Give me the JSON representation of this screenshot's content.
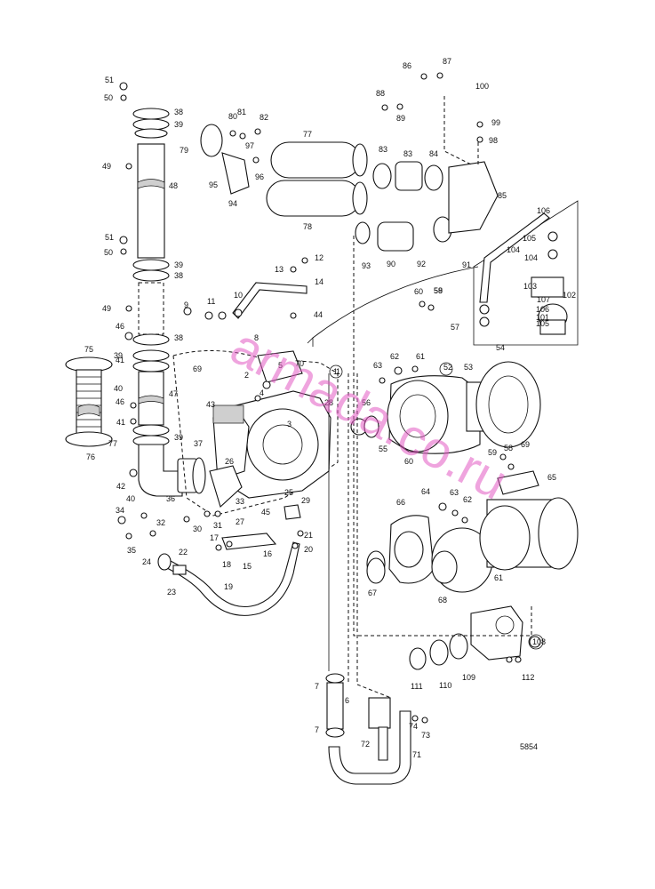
{
  "drawing_number": "5854",
  "watermark": "armada.co.ru",
  "reference_marker": "1",
  "callouts": [
    "1",
    "2",
    "3",
    "4",
    "5",
    "6",
    "7",
    "7",
    "8",
    "9",
    "10",
    "11",
    "12",
    "13",
    "14",
    "15",
    "16",
    "17",
    "18",
    "19",
    "20",
    "21",
    "22",
    "23",
    "24",
    "25",
    "26",
    "27",
    "28",
    "29",
    "30",
    "31",
    "32",
    "33",
    "34",
    "35",
    "36",
    "37",
    "38",
    "38",
    "38",
    "39",
    "39",
    "39",
    "39",
    "40",
    "40",
    "41",
    "41",
    "42",
    "43",
    "44",
    "45",
    "46",
    "46",
    "47",
    "48",
    "49",
    "49",
    "50",
    "50",
    "51",
    "51",
    "52",
    "53",
    "54",
    "55",
    "56",
    "57",
    "58",
    "58",
    "59",
    "59",
    "60",
    "60",
    "61",
    "61",
    "62",
    "62",
    "63",
    "63",
    "64",
    "65",
    "66",
    "67",
    "68",
    "69",
    "69",
    "70",
    "71",
    "72",
    "73",
    "74",
    "75",
    "76",
    "77",
    "77",
    "78",
    "79",
    "80",
    "81",
    "82",
    "83",
    "83",
    "84",
    "85",
    "86",
    "87",
    "88",
    "89",
    "90",
    "91",
    "92",
    "93",
    "94",
    "95",
    "96",
    "97",
    "98",
    "99",
    "100",
    "101",
    "102",
    "103",
    "104",
    "104",
    "105",
    "105",
    "106",
    "106",
    "107",
    "108",
    "109",
    "110",
    "111",
    "112"
  ]
}
